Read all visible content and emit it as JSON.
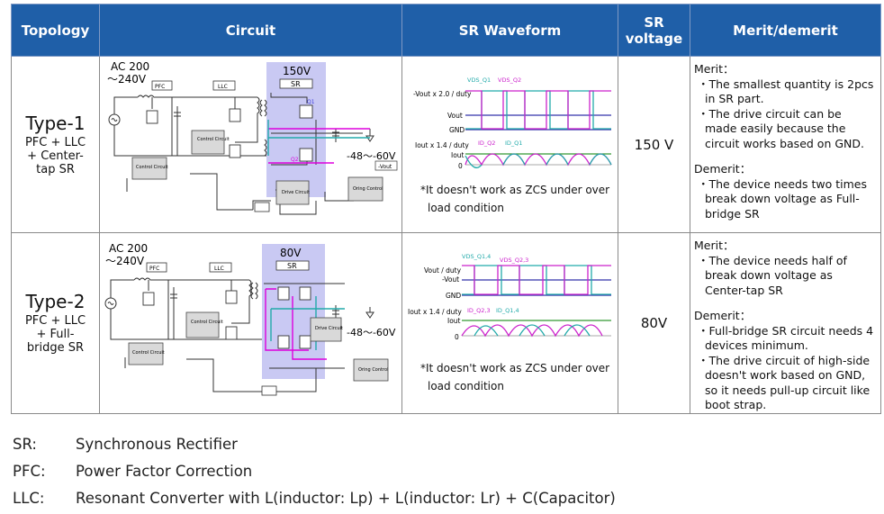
{
  "header": {
    "topology": "Topology",
    "circuit": "Circuit",
    "waveform": "SR Waveform",
    "voltage_line1": "SR",
    "voltage_line2": "voltage",
    "merit": "Merit/demerit"
  },
  "rows": [
    {
      "type": "Type-1",
      "sub1": "PFC + LLC",
      "sub2": "+ Center-",
      "sub3": "tap SR",
      "circuit": {
        "ac": "AC 200",
        "ac2": "～240V",
        "pfc": "PFC",
        "llc": "LLC",
        "sr_voltage": "150V",
        "sr": "SR",
        "control": "Control Circuit",
        "control2": "Control Circuit",
        "drive": "Drive Circuit",
        "oring": "Oring Control",
        "out": "-48～-60V",
        "vout_tag": "-Vout",
        "q1": "Q1",
        "q2": "Q2"
      },
      "waveform": {
        "label_vout_x": "-Vout x 2.0 / duty",
        "label_vout": "Vout",
        "label_gnd": "GND",
        "label_iout_x": "Iout x 1.4 / duty",
        "label_iout": "Iout",
        "label_zero": "0",
        "leg_v1": "VDS_Q1",
        "leg_v2": "VDS_Q2",
        "leg_i1": "ID_Q2",
        "leg_i2": "ID_Q1",
        "note1": "*It doesn't work as ZCS under over",
        "note2": "load condition"
      },
      "voltage": "150 V",
      "merit_head": "Merit：",
      "merit1": "・The smallest quantity is 2pcs in SR part.",
      "merit2": "・The drive circuit can be made easily because the circuit works based on GND.",
      "demerit_head": "Demerit：",
      "demerit1": "・The device needs two times break down voltage as Full-bridge SR"
    },
    {
      "type": "Type-2",
      "sub1": "PFC + LLC",
      "sub2": "+ Full-",
      "sub3": "bridge SR",
      "circuit": {
        "ac": "AC 200",
        "ac2": "～240V",
        "pfc": "PFC",
        "llc": "LLC",
        "sr_voltage": "80V",
        "sr": "SR",
        "control": "Control Circuit",
        "control2": "Control Circuit",
        "drive": "Drive Circuit",
        "oring": "Oring Control",
        "out": "-48～-60V"
      },
      "waveform": {
        "label_vout_x": "Vout / duty",
        "label_vout": "-Vout",
        "label_gnd": "GND",
        "label_iout_x": "Iout x 1.4 / duty",
        "label_iout": "Iout",
        "label_zero": "0",
        "leg_v1": "VDS_Q1,4",
        "leg_v2": "VDS_Q2,3",
        "leg_i1": "ID_Q2,3",
        "leg_i2": "ID_Q1,4",
        "note1": "*It doesn't work as ZCS under over",
        "note2": "load condition"
      },
      "voltage": "80V",
      "merit_head": "Merit：",
      "merit1": "・The device needs half of break down voltage as Center-tap SR",
      "demerit_head": "Demerit：",
      "demerit1": "・Full-bridge SR circuit needs 4 devices minimum.",
      "demerit2": "・The drive circuit of high-side doesn't work based on GND, so it needs pull-up circuit like boot strap."
    }
  ],
  "legend": [
    {
      "key": "SR:",
      "value": "Synchronous Rectifier"
    },
    {
      "key": "PFC:",
      "value": "Power Factor Correction"
    },
    {
      "key": "LLC:",
      "value": "Resonant Converter with L(inductor: Lp) + L(inductor: Lr) + C(Capacitor)"
    }
  ]
}
